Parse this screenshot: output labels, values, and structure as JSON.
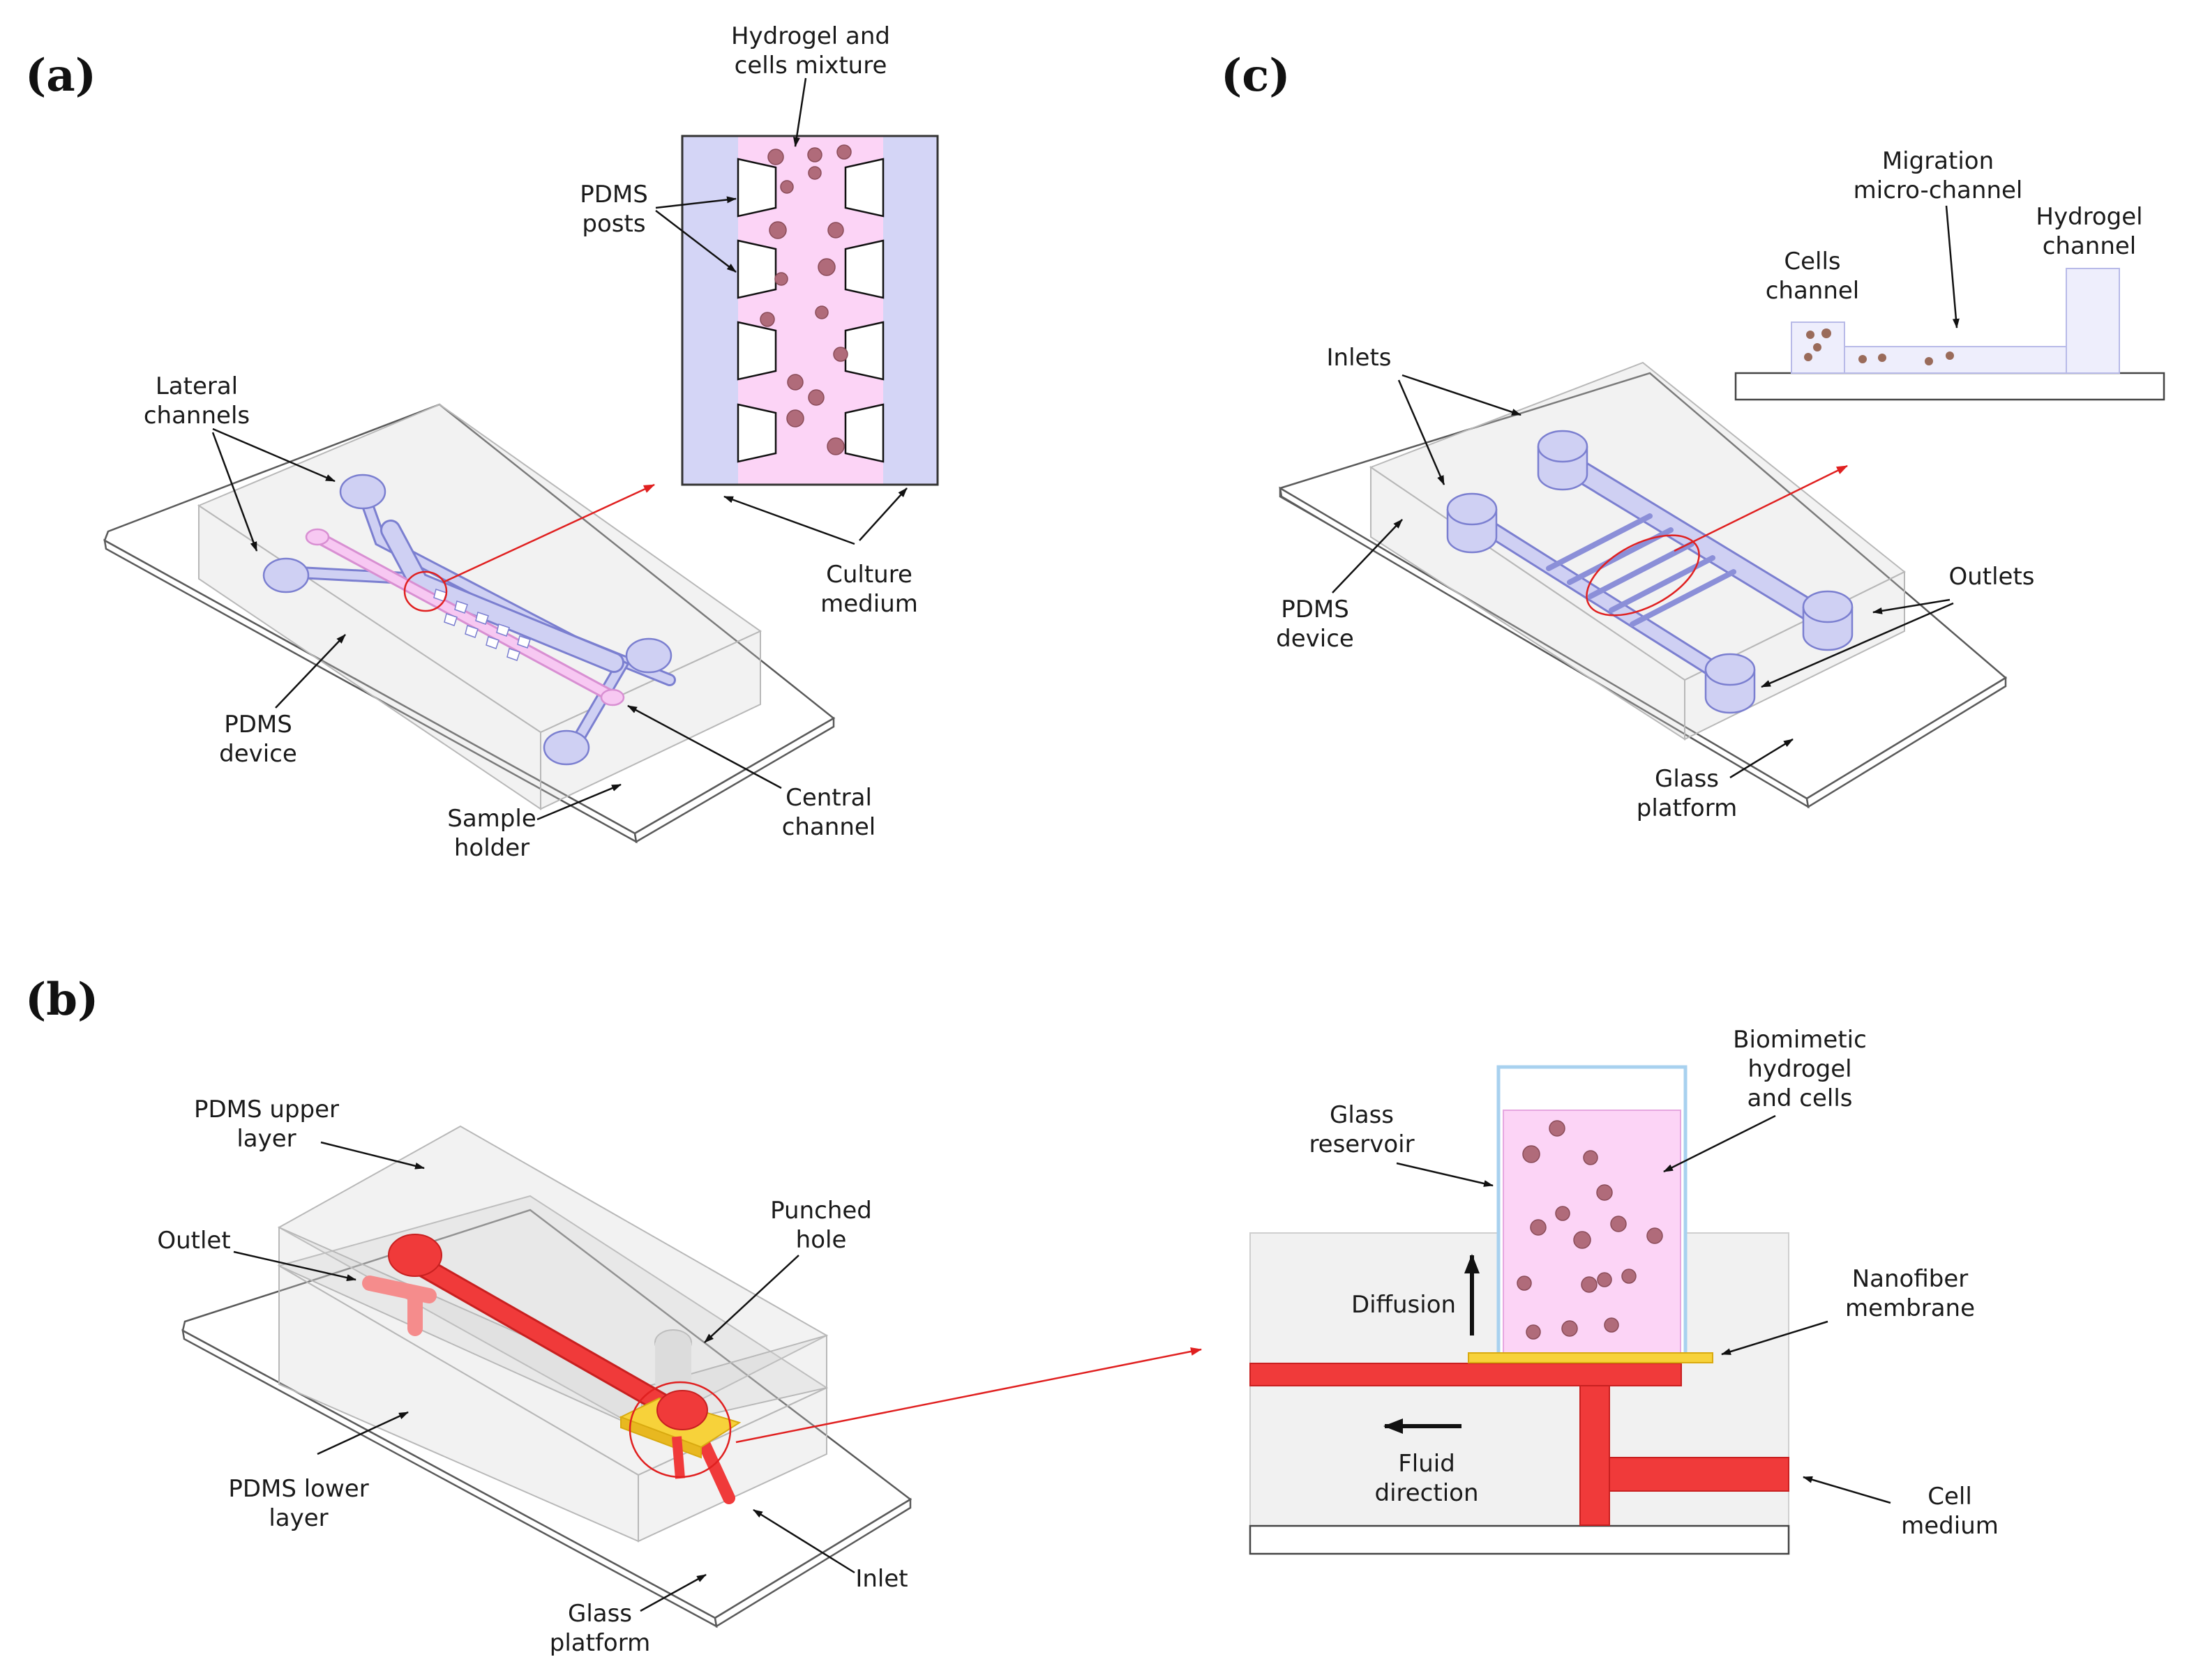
{
  "panels": {
    "a": {
      "tag": "(a)",
      "labels": {
        "hydrogel_mixture_1": "Hydrogel and",
        "hydrogel_mixture_2": "cells mixture",
        "pdms_posts_1": "PDMS",
        "pdms_posts_2": "posts",
        "lateral_1": "Lateral",
        "lateral_2": "channels",
        "culture_1": "Culture",
        "culture_2": "medium",
        "pdms_device_1": "PDMS",
        "pdms_device_2": "device",
        "central_1": "Central",
        "central_2": "channel",
        "sample_1": "Sample",
        "sample_2": "holder"
      }
    },
    "b": {
      "tag": "(b)",
      "labels": {
        "upper_1": "PDMS upper",
        "upper_2": "layer",
        "outlet": "Outlet",
        "punched_1": "Punched",
        "punched_2": "hole",
        "lower_1": "PDMS lower",
        "lower_2": "layer",
        "inlet": "Inlet",
        "glass_1": "Glass",
        "glass_2": "platform",
        "reservoir_1": "Glass",
        "reservoir_2": "reservoir",
        "biomimetic_1": "Biomimetic",
        "biomimetic_2": "hydrogel",
        "biomimetic_3": "and cells",
        "diffusion": "Diffusion",
        "nanofiber_1": "Nanofiber",
        "nanofiber_2": "membrane",
        "fluid_1": "Fluid",
        "fluid_2": "direction",
        "cellmed_1": "Cell",
        "cellmed_2": "medium"
      }
    },
    "c": {
      "tag": "(c)",
      "labels": {
        "migration_1": "Migration",
        "migration_2": "micro-channel",
        "hydrogel_1": "Hydrogel",
        "hydrogel_2": "channel",
        "cells_1": "Cells",
        "cells_2": "channel",
        "inlets": "Inlets",
        "outlets": "Outlets",
        "pdms_1": "PDMS",
        "pdms_2": "device",
        "glass_1": "Glass",
        "glass_2": "platform"
      }
    }
  },
  "colors": {
    "lateral_channel": "#cfd0f3",
    "central_channel": "#f7c8f2",
    "fluid_channel": "#f03a3a",
    "membrane": "#f7d23a",
    "cells": "#b06b7a",
    "highlight": "#e02020"
  }
}
